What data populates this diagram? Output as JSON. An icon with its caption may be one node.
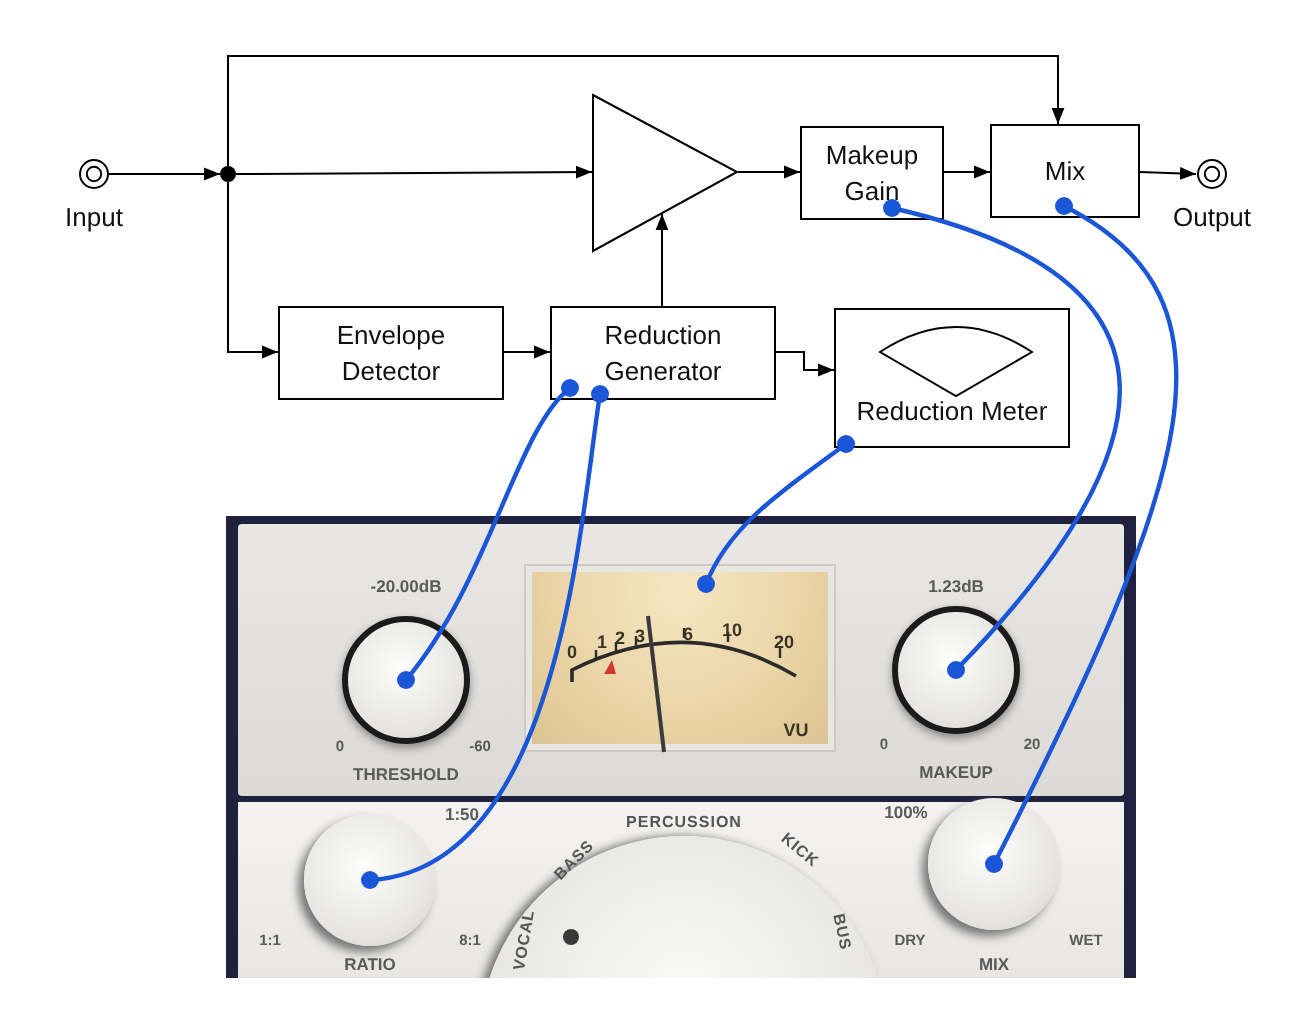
{
  "diagram": {
    "nodes": [
      {
        "text": [
          "Input"
        ]
      },
      {
        "text": [],
        "shape": "circle"
      },
      {
        "text": [],
        "shape": "triangle"
      },
      {
        "text": [
          "Makeup Gain"
        ]
      },
      {
        "text": [
          "Mix"
        ]
      },
      {
        "text": [
          "Output"
        ]
      },
      {
        "text": [
          "Envelope Detector"
        ]
      },
      {
        "text": [
          "Reduction Generator"
        ]
      },
      {
        "text": [
          "Reduction Meter"
        ]
      },
      {
        "text": [
          "-20.00dB",
          "0",
          "-60",
          "THRESHOLD"
        ]
      },
      {
        "text": [
          "0",
          "1",
          "2",
          "3",
          "6",
          "10",
          "20",
          "VU"
        ]
      },
      {
        "text": [
          "1.23dB",
          "0",
          "20",
          "MAKEUP"
        ]
      },
      {
        "text": [
          "1:50",
          "1:1",
          "8:1",
          "RATIO"
        ]
      },
      {
        "text": [
          "100%",
          "DRY",
          "WET",
          "MIX"
        ]
      }
    ],
    "edges": [
      {
        "from": 0,
        "to": 1,
        "arrow": "to"
      },
      {
        "from": 1,
        "to": 2,
        "arrow": "to"
      },
      {
        "from": 2,
        "to": 3,
        "arrow": "to"
      },
      {
        "from": 3,
        "to": 4,
        "arrow": "to"
      },
      {
        "from": 4,
        "to": 5,
        "arrow": "to"
      },
      {
        "from": 1,
        "to": 4,
        "arrow": "to"
      },
      {
        "from": 1,
        "to": 6,
        "arrow": "to"
      },
      {
        "from": 6,
        "to": 7,
        "arrow": "to"
      },
      {
        "from": 7,
        "to": 2,
        "arrow": "to"
      },
      {
        "from": 7,
        "to": 8,
        "arrow": "to"
      },
      {
        "from": 7,
        "to": 9,
        "arrow": "other",
        "color": "#1a56d6"
      },
      {
        "from": 7,
        "to": 12,
        "arrow": "other",
        "color": "#1a56d6"
      },
      {
        "from": 8,
        "to": 10,
        "arrow": "other",
        "color": "#1a56d6"
      },
      {
        "from": 3,
        "to": 11,
        "arrow": "other",
        "color": "#1a56d6"
      },
      {
        "from": 4,
        "to": 13,
        "arrow": "other",
        "color": "#1a56d6"
      }
    ],
    "labels": [
      "VOCAL",
      "BASS",
      "PERCUSSION",
      "KICK",
      "BUS"
    ]
  }
}
